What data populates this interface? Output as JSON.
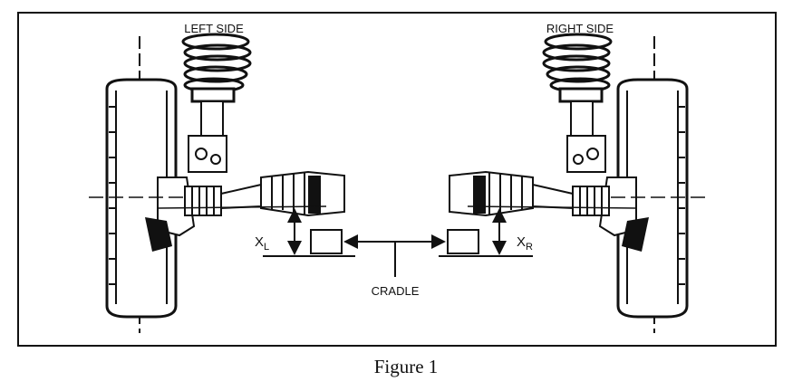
{
  "diagram": {
    "left_label": "LEFT SIDE",
    "right_label": "RIGHT SIDE",
    "cradle_label": "CRADLE",
    "xl_main": "X",
    "xl_sub": "L",
    "xr_main": "X",
    "xr_sub": "R"
  },
  "caption": "Figure 1"
}
